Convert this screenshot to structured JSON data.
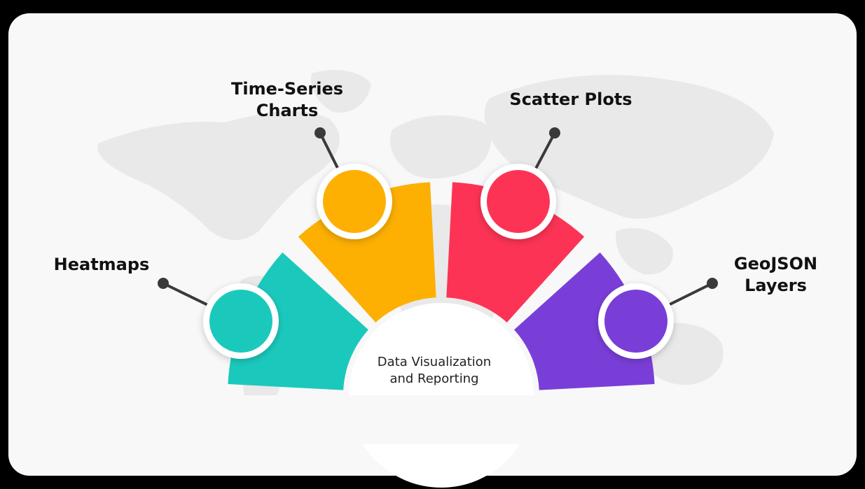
{
  "center": {
    "line1": "Data Visualization",
    "line2": "and Reporting"
  },
  "segments": [
    {
      "line1": "Heatmaps",
      "line2": "",
      "color": "#1bc9bc"
    },
    {
      "line1": "Time-Series",
      "line2": "Charts",
      "color": "#fdb002"
    },
    {
      "line1": "Scatter Plots",
      "line2": "",
      "color": "#fc3355"
    },
    {
      "line1": "GeoJSON",
      "line2": "Layers",
      "color": "#7a3ed8"
    }
  ],
  "colors": {
    "background": "#f8f8f8",
    "frame": "#000000",
    "map": "#e9e9e9",
    "connector": "#3a3a3a"
  }
}
